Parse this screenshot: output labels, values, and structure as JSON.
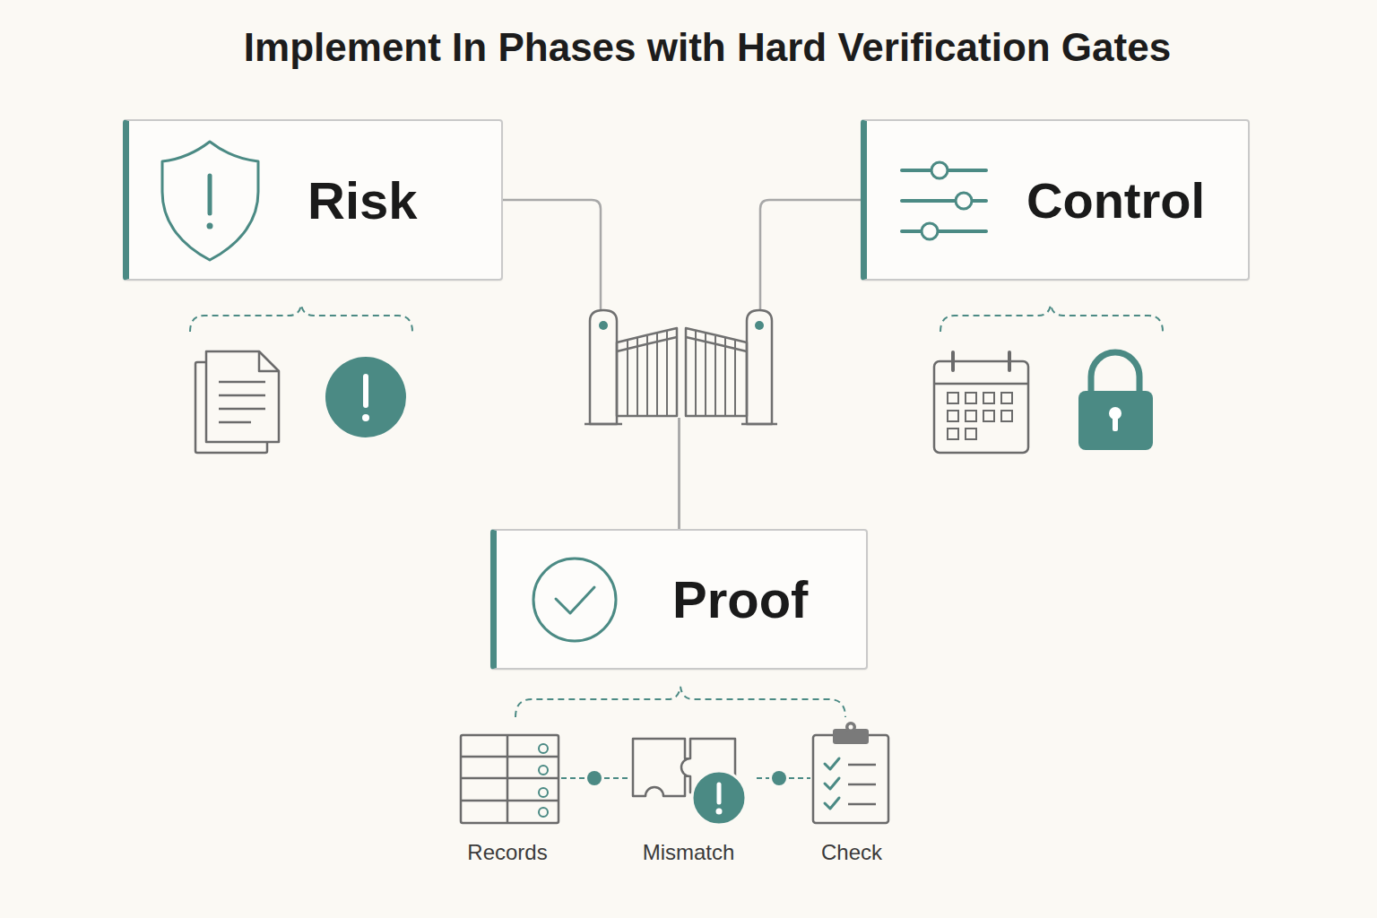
{
  "diagram": {
    "title": "Implement In Phases with Hard Verification Gates",
    "nodes": [
      {
        "text": [
          "Risk"
        ]
      },
      {
        "text": [
          "Control"
        ]
      },
      {
        "text": [
          "Proof"
        ]
      }
    ],
    "edges": [
      {
        "from": 0,
        "to": 2,
        "arrow": "none"
      },
      {
        "from": 1,
        "to": 2,
        "arrow": "none"
      }
    ],
    "labels": [
      "Records",
      "Mismatch",
      "Check"
    ]
  }
}
